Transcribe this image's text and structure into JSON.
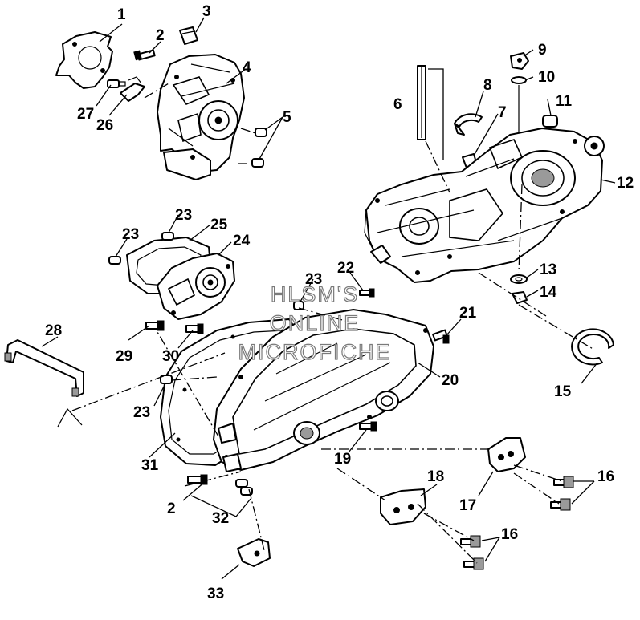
{
  "watermark": {
    "line1": "HLSM'S",
    "line2": "ONLINE",
    "line3": "MICROFICHE"
  },
  "callouts": {
    "c1": "1",
    "c2a": "2",
    "c2b": "2",
    "c3": "3",
    "c4": "4",
    "c5": "5",
    "c6": "6",
    "c7": "7",
    "c8": "8",
    "c9": "9",
    "c10": "10",
    "c11": "11",
    "c12": "12",
    "c13": "13",
    "c14": "14",
    "c15": "15",
    "c16a": "16",
    "c16b": "16",
    "c17": "17",
    "c18": "18",
    "c19": "19",
    "c20": "20",
    "c21": "21",
    "c22": "22",
    "c23a": "23",
    "c23b": "23",
    "c23c": "23",
    "c23d": "23",
    "c24": "24",
    "c25": "25",
    "c26": "26",
    "c27": "27",
    "c28": "28",
    "c29": "29",
    "c30": "30",
    "c31": "31",
    "c32": "32",
    "c33": "33"
  }
}
